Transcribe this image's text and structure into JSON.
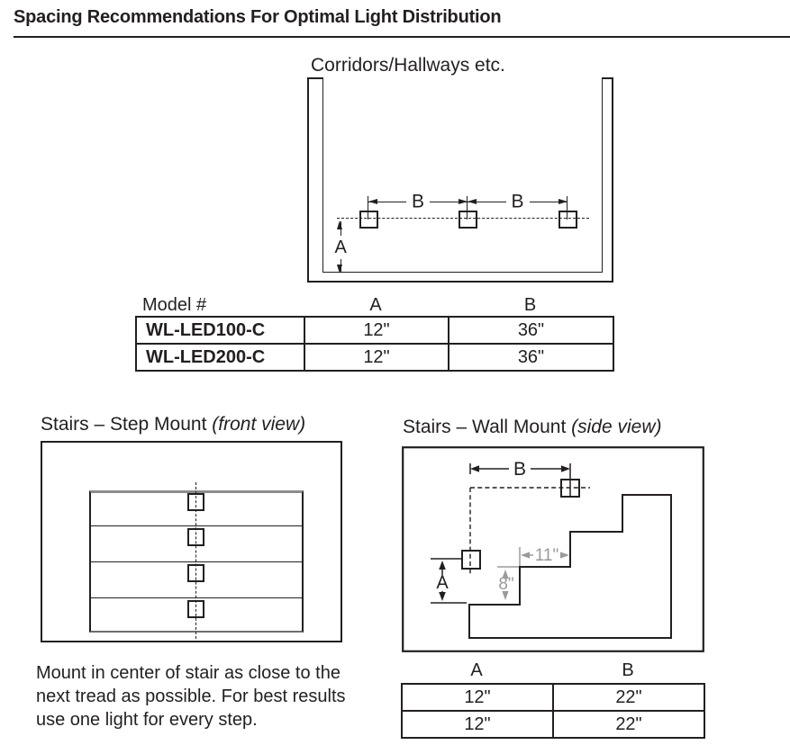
{
  "title": "Spacing Recommendations For Optimal Light Distribution",
  "corridors": {
    "heading": "Corridors/Hallways etc.",
    "dim_a": "A",
    "dim_b": "B"
  },
  "model_table": {
    "col_model": "Model #",
    "col_a": "A",
    "col_b": "B",
    "rows": [
      {
        "model": "WL-LED100-C",
        "a": "12\"",
        "b": "36\""
      },
      {
        "model": "WL-LED200-C",
        "a": "12\"",
        "b": "36\""
      }
    ]
  },
  "step_mount": {
    "heading": "Stairs – Step Mount",
    "view": "(front view)",
    "note": "Mount in center of stair as close to the next tread as possible. For best results use one light for every step."
  },
  "wall_mount": {
    "heading": "Stairs – Wall Mount",
    "view": "(side view)",
    "dim_a": "A",
    "dim_b": "B",
    "tread_depth": "11\"",
    "riser_height": "8\"",
    "table": {
      "col_a": "A",
      "col_b": "B",
      "rows": [
        {
          "a": "12\"",
          "b": "22\""
        },
        {
          "a": "12\"",
          "b": "22\""
        }
      ]
    }
  },
  "colors": {
    "ink": "#231f20",
    "dim_gray": "#9a9a9a",
    "stair_edge_gray": "#8c8c8c"
  }
}
